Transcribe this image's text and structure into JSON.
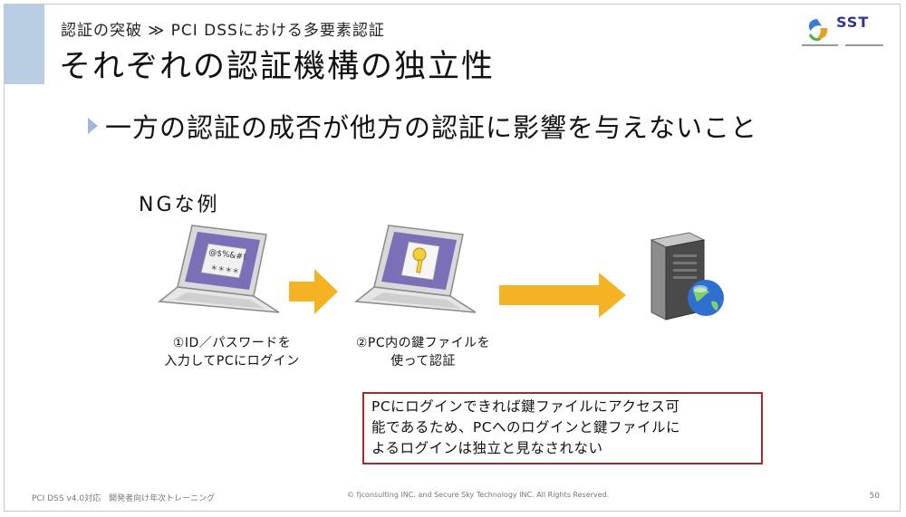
{
  "header": {
    "breadcrumb": "認証の突破 ≫ PCI DSSにおける多要素認証",
    "title": "それぞれの認証機構の独立性",
    "logo_text": "SST"
  },
  "main": {
    "bullet": "一方の認証の成否が他方の認証に影響を与えないこと",
    "example_label": "NGな例",
    "step1": {
      "line1": "①ID／パスワードを",
      "line2": "入力してPCにログイン"
    },
    "step2": {
      "line1": "②PC内の鍵ファイルを",
      "line2": "使って認証"
    },
    "laptop1_screen": {
      "line1": "@$%&#!",
      "line2": "＊＊＊＊"
    },
    "note": {
      "line1": "PCにログインできれば鍵ファイルにアクセス可",
      "line2": "能であるため、PCへのログインと鍵ファイルに",
      "line3": "よるログインは独立と見なされない"
    }
  },
  "footer": {
    "left": "PCI DSS v4.0対応　開発者向け年次トレーニング",
    "center": "© fjconsulting INC. and Secure Sky Technology INC.  All Rights Reserved.",
    "page": "50"
  },
  "colors": {
    "accent_bar": "#b9cde3",
    "arrow": "#f5b324",
    "note_border": "#a52a2a",
    "screen": "#7b6fb8"
  }
}
